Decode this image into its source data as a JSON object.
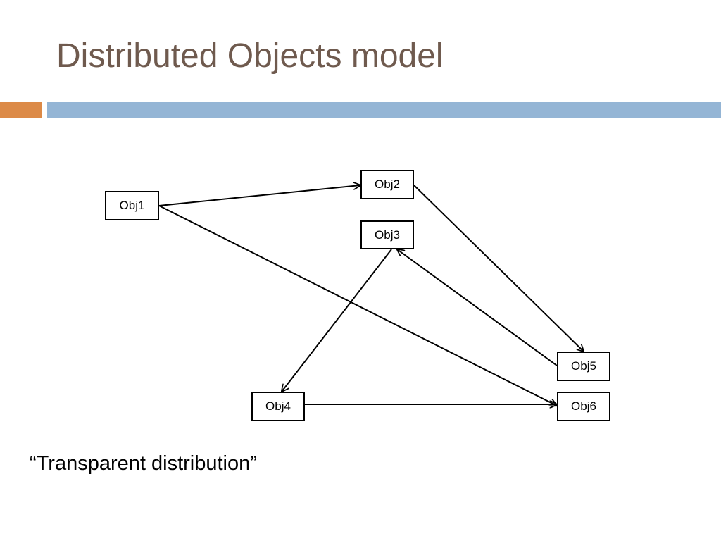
{
  "slide": {
    "title": "Distributed Objects model",
    "caption": "“Transparent distribution”",
    "colors": {
      "title": "#6f5a4e",
      "accent_orange": "#dc8a47",
      "accent_blue": "#94b5d5"
    }
  },
  "diagram": {
    "nodes": [
      {
        "id": "obj1",
        "label": "Obj1"
      },
      {
        "id": "obj2",
        "label": "Obj2"
      },
      {
        "id": "obj3",
        "label": "Obj3"
      },
      {
        "id": "obj4",
        "label": "Obj4"
      },
      {
        "id": "obj5",
        "label": "Obj5"
      },
      {
        "id": "obj6",
        "label": "Obj6"
      }
    ],
    "edges": [
      {
        "from": "obj1",
        "to": "obj2"
      },
      {
        "from": "obj1",
        "to": "obj6"
      },
      {
        "from": "obj2",
        "to": "obj5"
      },
      {
        "from": "obj5",
        "to": "obj3"
      },
      {
        "from": "obj3",
        "to": "obj4"
      },
      {
        "from": "obj4",
        "to": "obj6"
      }
    ]
  }
}
